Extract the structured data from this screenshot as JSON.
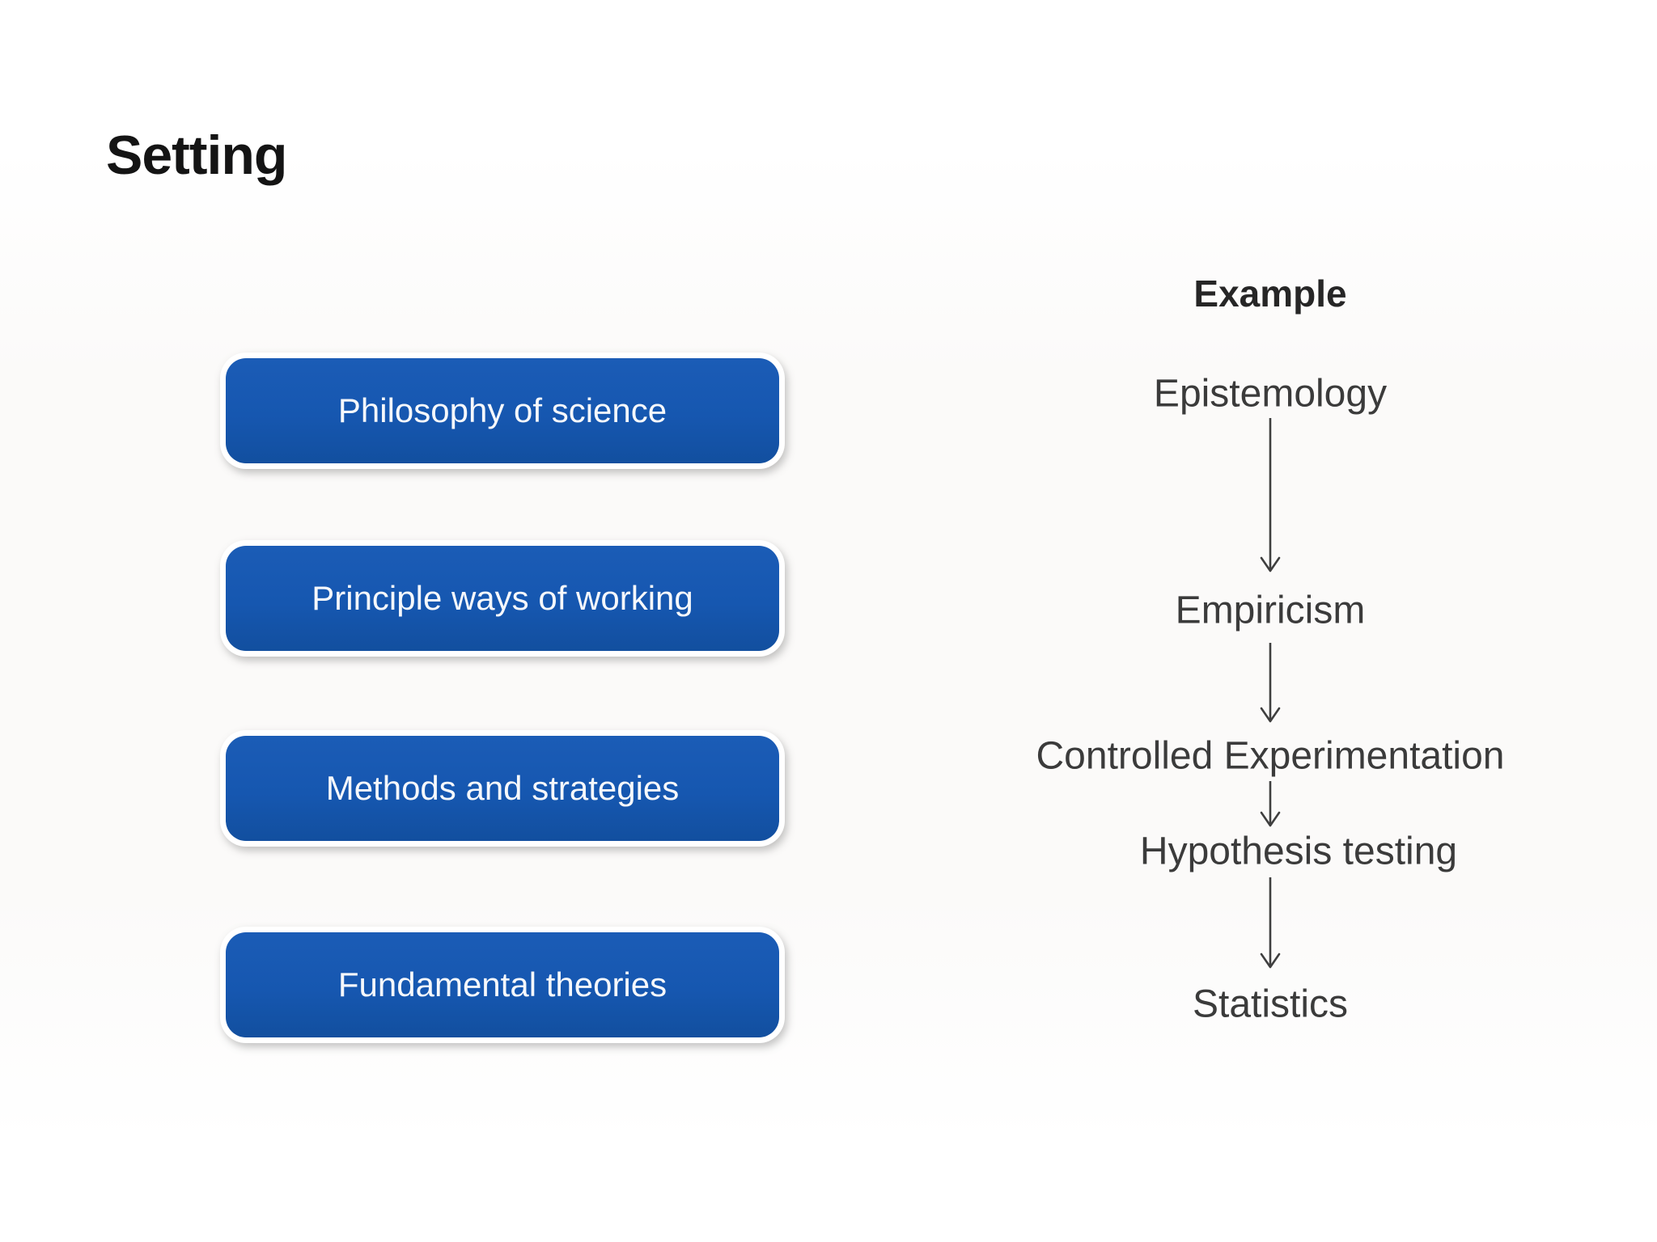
{
  "slide": {
    "title": "Setting"
  },
  "topics": {
    "items": [
      {
        "label": "Philosophy of science"
      },
      {
        "label": "Principle ways of working"
      },
      {
        "label": "Methods and strategies"
      },
      {
        "label": "Fundamental theories"
      }
    ]
  },
  "example": {
    "heading": "Example",
    "flow": [
      "Epistemology",
      "Empiricism",
      "Controlled Experimentation",
      "Hypothesis testing",
      "Statistics"
    ],
    "connections": [
      {
        "from": "Epistemology",
        "to": "Empiricism"
      },
      {
        "from": "Empiricism",
        "to": "Controlled Experimentation"
      },
      {
        "from": "Controlled Experimentation",
        "to": "Hypothesis testing"
      },
      {
        "from": "Hypothesis testing",
        "to": "Statistics"
      }
    ]
  },
  "colors": {
    "topic_box_blue": "#1657b0",
    "topic_box_border": "#ffffff",
    "topic_text": "#f6f8fb",
    "title_text": "#141414",
    "flow_text": "#3b3b3b",
    "arrow": "#3f3f3f",
    "background": "#ffffff"
  }
}
